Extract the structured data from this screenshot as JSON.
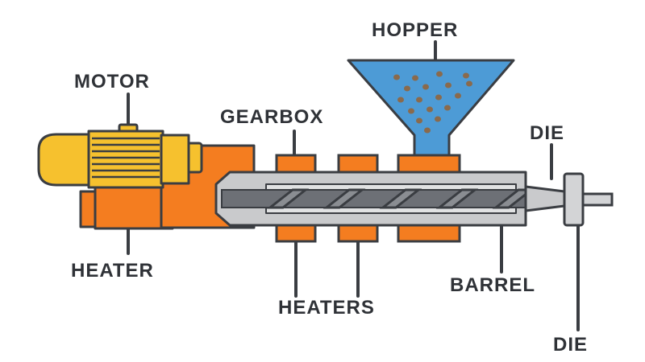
{
  "labels": {
    "hopper": "HOPPER",
    "motor": "MOTOR",
    "gearbox": "GEARBOX",
    "die_top": "DIE",
    "heater": "HEATER",
    "heaters": "HEATERS",
    "barrel": "BARREL",
    "die_bottom": "DIE"
  },
  "colors": {
    "outline": "#3a3d42",
    "motor": "#f6c12e",
    "orange": "#f47d20",
    "barrel": "#c9cacc",
    "screw": "#6d7076",
    "hopper": "#4d9bd6",
    "pellet": "#8a6a4c",
    "die": "#d3d4d6"
  }
}
